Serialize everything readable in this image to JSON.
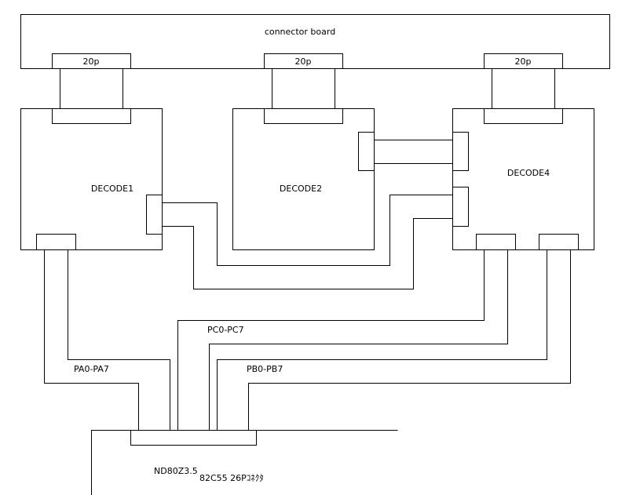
{
  "labels": {
    "connector_board": "connector board",
    "connector_left": "20p",
    "connector_middle": "20p",
    "connector_right": "20p",
    "decode1": "DECODE1",
    "decode2": "DECODE2",
    "decode4": "DECODE4",
    "bus_pc": "PC0-PC7",
    "bus_pa": "PA0-PA7",
    "bus_pb": "PB0-PB7",
    "board_name": "ND80Z3.5",
    "board_connector": "82C55 26Pｺﾈｸﾀ"
  }
}
